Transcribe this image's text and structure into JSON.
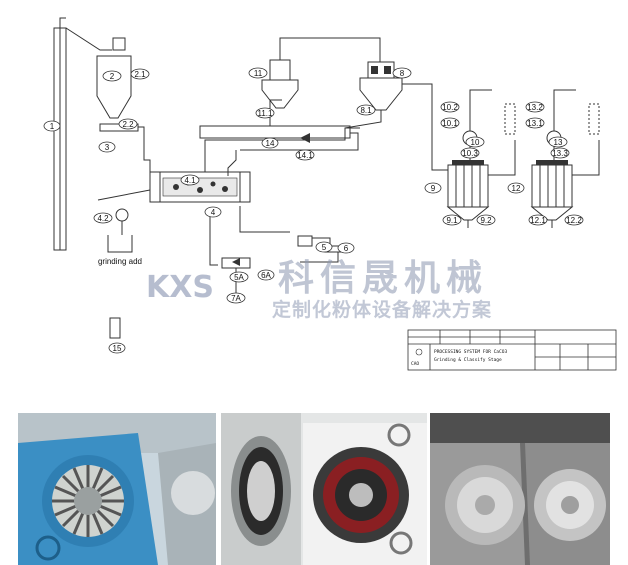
{
  "diagram": {
    "labels": {
      "l1": "1",
      "l2": "2",
      "l2_1": "2.1",
      "l2_2": "2.2",
      "l3": "3",
      "l4": "4",
      "l4_1": "4.1",
      "l4_2": "4.2",
      "l5": "5",
      "l5a": "5A",
      "l6": "6",
      "l6a": "6A",
      "l7a": "7A",
      "l8": "8",
      "l8_1": "8.1",
      "l9": "9",
      "l9_1": "9.1",
      "l9_2": "9.2",
      "l10": "10",
      "l10_1": "10.1",
      "l10_2": "10.2",
      "l10_3": "10.3",
      "l11": "11",
      "l11_1": "11.1",
      "l12": "12",
      "l12_1": "12.1",
      "l12_2": "12.2",
      "l13": "13",
      "l13_1": "13.1",
      "l13_2": "13.2",
      "l13_3": "13.3",
      "l14": "14",
      "l14_1": "14.1",
      "l15": "15"
    },
    "grinding_add": "grinding add"
  },
  "title_block": {
    "line1": "PROCESSING SYSTEM FOR CaCO3",
    "line2": "Grinding & Classify Stage",
    "brand": "CAO"
  },
  "watermark": {
    "logo": "KXS",
    "chinese_name": "科信晟机械",
    "slogan": "定制化粉体设备解决方案"
  },
  "colors": {
    "line": "#333333",
    "watermark": "#8c97b0",
    "photo_blue": "#3b8fc4",
    "photo_grey": "#9a9a9a"
  }
}
